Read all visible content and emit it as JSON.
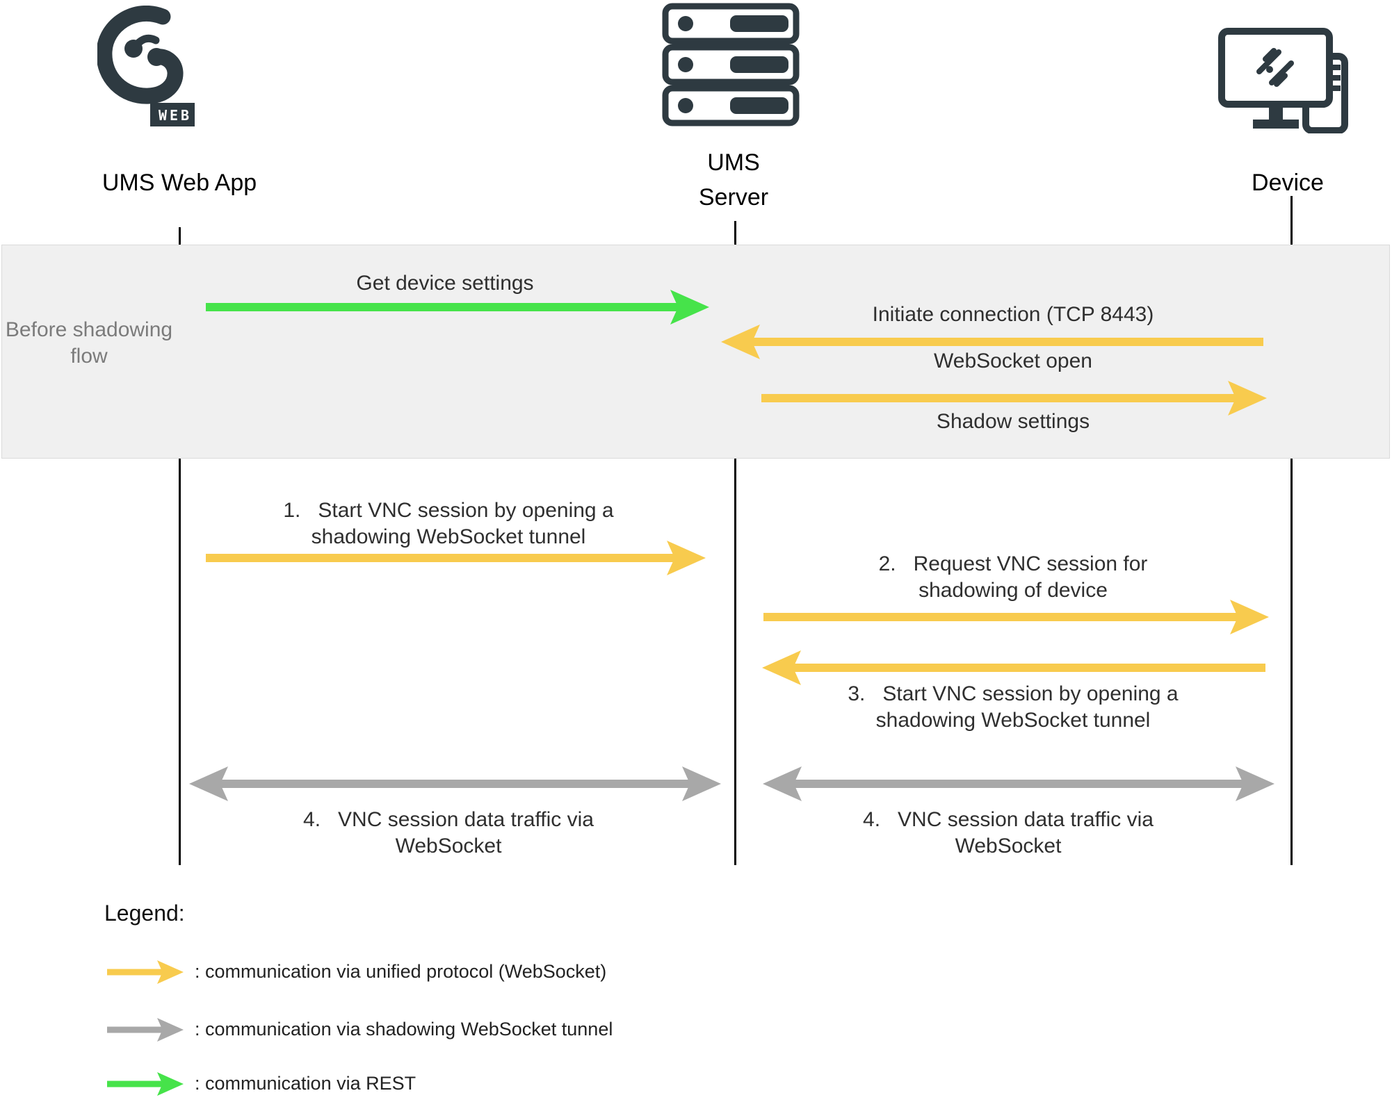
{
  "actors": {
    "web_app": {
      "label": "UMS Web App"
    },
    "server": {
      "label": "UMS\nServer"
    },
    "device": {
      "label": "Device"
    }
  },
  "web_badge": "WEB",
  "band": {
    "label": "Before shadowing\nflow"
  },
  "messages": {
    "get_device_settings": "Get device settings",
    "initiate_connection": "Initiate connection (TCP 8443)",
    "websocket_open": "WebSocket open",
    "shadow_settings": "Shadow settings",
    "step1": "1.   Start VNC session by opening a\nshadowing WebSocket tunnel",
    "step2": "2.   Request VNC session for\nshadowing of device",
    "step3": "3.   Start VNC session by opening a\nshadowing WebSocket tunnel",
    "step4_left": "4.   VNC session data traffic via\nWebSocket",
    "step4_right": "4.   VNC session data traffic via\nWebSocket"
  },
  "legend": {
    "title": "Legend:",
    "items": [
      {
        "label": ": communication via unified protocol (WebSocket)",
        "color": "#F8CB4E",
        "style": "yellow-arrow"
      },
      {
        "label": ": communication via shadowing WebSocket tunnel",
        "color": "#A8A8A8",
        "style": "gray-arrow"
      },
      {
        "label": ": communication via REST",
        "color": "#46E34A",
        "style": "green-arrow"
      }
    ]
  },
  "colors": {
    "charcoal": "#2E3A41",
    "yellow": "#F8CB4E",
    "green": "#46E34A",
    "gray": "#A8A8A8",
    "band_bg": "#F0F0F0",
    "band_border": "#DADADA",
    "band_text": "#7B7B7B",
    "text": "#2F2F2F",
    "lifeline": "#000000"
  }
}
